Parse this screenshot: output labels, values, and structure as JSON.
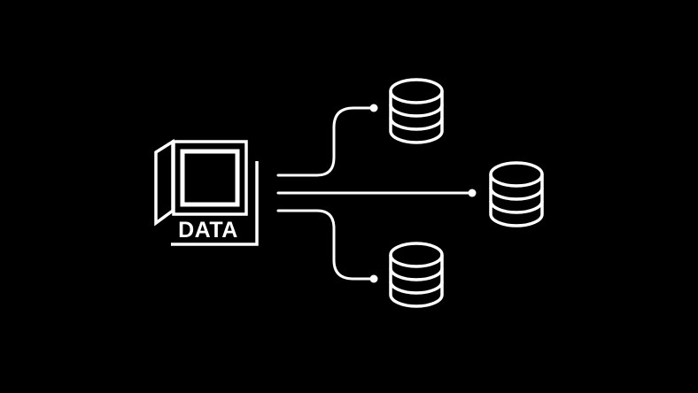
{
  "background_color": "#000000",
  "stroke_color": "#ffffff",
  "source": {
    "icon": "data-source-icon",
    "label": "DATA"
  },
  "targets": [
    {
      "icon": "database-icon",
      "name": "database-top"
    },
    {
      "icon": "database-icon",
      "name": "database-middle"
    },
    {
      "icon": "database-icon",
      "name": "database-bottom"
    }
  ],
  "connections": [
    {
      "from": "source",
      "to": "database-top"
    },
    {
      "from": "source",
      "to": "database-middle"
    },
    {
      "from": "source",
      "to": "database-bottom"
    }
  ]
}
